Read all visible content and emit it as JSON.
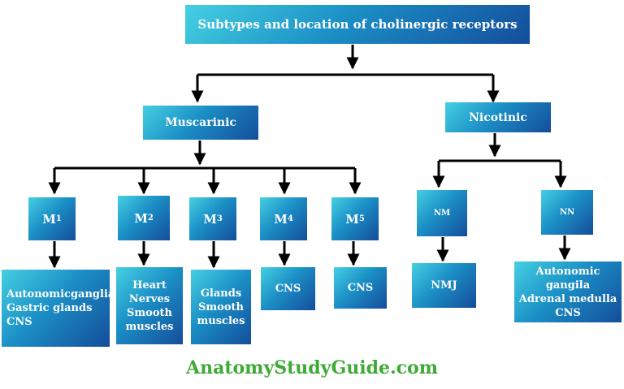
{
  "title": "Subtypes and location of cholinergic receptors",
  "muscarinic": {
    "label": "Muscarinic",
    "subtypes": [
      {
        "letter": "M",
        "index": "1",
        "locations": [
          "Autonomicganglia",
          "Gastric glands",
          "CNS"
        ]
      },
      {
        "letter": "M",
        "index": "2",
        "locations": [
          "Heart",
          "Nerves",
          "Smooth",
          "muscles"
        ]
      },
      {
        "letter": "M",
        "index": "3",
        "locations": [
          "Glands",
          "Smooth",
          "muscles"
        ]
      },
      {
        "letter": "M",
        "index": "4",
        "locations": [
          "CNS"
        ]
      },
      {
        "letter": "M",
        "index": "5",
        "locations": [
          "CNS"
        ]
      }
    ]
  },
  "nicotinic": {
    "label": "Nicotinic",
    "subtypes": [
      {
        "letter": "N",
        "index": "M",
        "locations": [
          "NMJ"
        ]
      },
      {
        "letter": "N",
        "index": "N",
        "locations": [
          "Autonomic gangila",
          "Adrenal medulla",
          "CNS"
        ]
      }
    ]
  },
  "footer": "AnatomyStudyGuide.com",
  "colors": {
    "box_light": "#45d0e2",
    "box_dark": "#144d9a",
    "footer": "#3ea935",
    "arrow": "#000000"
  }
}
